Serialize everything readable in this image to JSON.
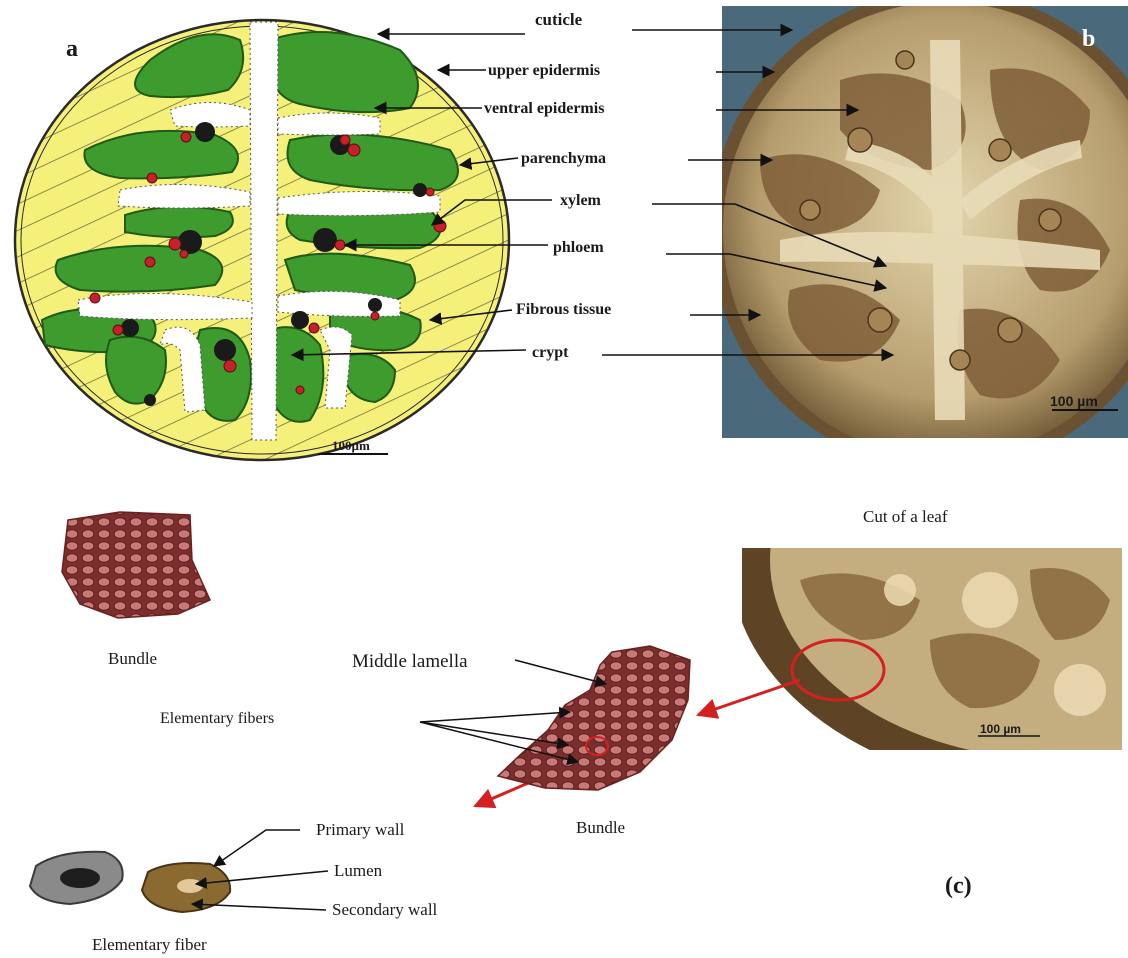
{
  "panels": {
    "a": {
      "letter": "a",
      "scale_bar": "100µm"
    },
    "b": {
      "letter": "b",
      "scale_bar": "100 µm"
    },
    "c": {
      "letter": "(c)",
      "leaf_title": "Cut of a leaf",
      "leaf_scale": "100 µm",
      "bundle_left": "Bundle",
      "bundle_center": "Bundle",
      "middle_lamella": "Middle lamella",
      "elementary_fibers": "Elementary fibers",
      "primary_wall": "Primary wall",
      "lumen": "Lumen",
      "secondary_wall": "Secondary wall",
      "elementary_fiber": "Elementary fiber"
    }
  },
  "tissue_labels": [
    "cuticle",
    "upper epidermis",
    "ventral epidermis",
    "parenchyma",
    "xylem",
    "phloem",
    "Fibrous tissue",
    "crypt"
  ],
  "colors": {
    "drawing_yellow": "#f5f07a",
    "drawing_green": "#3e9b2e",
    "drawing_red": "#c8202a",
    "photo_brown": "#5a3e22",
    "photo_tan": "#d8c79a",
    "bundle_red": "#9a3a3a",
    "arrow_red": "#d42020"
  }
}
